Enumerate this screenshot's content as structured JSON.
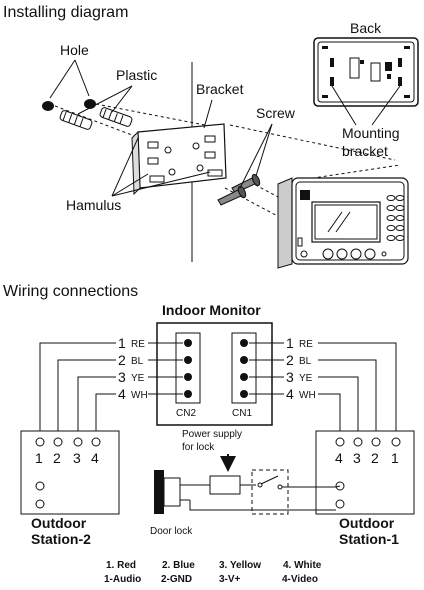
{
  "installing": {
    "title": "Installing diagram",
    "labels": {
      "hole": "Hole",
      "plastic": "Plastic",
      "bracket": "Bracket",
      "screw": "Screw",
      "hamulus": "Hamulus",
      "back": "Back",
      "mounting_bracket_1": "Mounting",
      "mounting_bracket_2": "bracket"
    }
  },
  "wiring": {
    "title": "Wiring connections",
    "indoor_monitor": "Indoor Monitor",
    "cn2": "CN2",
    "cn1": "CN1",
    "left_pins": [
      {
        "num": "1",
        "code": "RE"
      },
      {
        "num": "2",
        "code": "BL"
      },
      {
        "num": "3",
        "code": "YE"
      },
      {
        "num": "4",
        "code": "WH"
      }
    ],
    "right_pins": [
      {
        "num": "1",
        "code": "RE"
      },
      {
        "num": "2",
        "code": "BL"
      },
      {
        "num": "3",
        "code": "YE"
      },
      {
        "num": "4",
        "code": "WH"
      }
    ],
    "station2_terminals": [
      "1",
      "2",
      "3",
      "4"
    ],
    "station1_terminals": [
      "4",
      "3",
      "2",
      "1"
    ],
    "power_supply_1": "Power supply",
    "power_supply_2": "for lock",
    "door_lock": "Door lock",
    "station2_line1": "Outdoor",
    "station2_line2": "Station-2",
    "station1_line1": "Outdoor",
    "station1_line2": "Station-1"
  },
  "legend": {
    "colors": [
      "1. Red",
      "2. Blue",
      "3. Yellow",
      "4. White"
    ],
    "signals": [
      "1-Audio",
      "2-GND",
      "3-V+",
      "4-Video"
    ]
  }
}
